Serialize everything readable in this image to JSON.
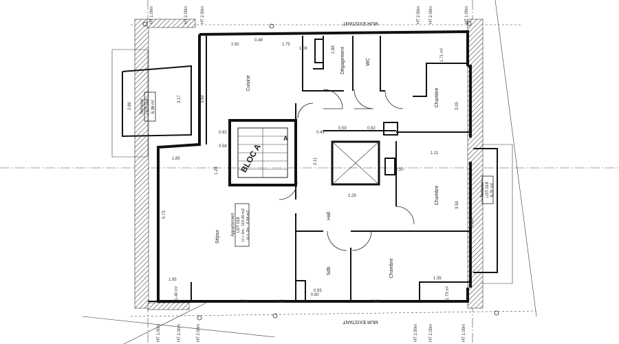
{
  "walls": {
    "top_label": "MUR EXISTANT",
    "bottom_label": "MUR EXISTANT"
  },
  "heights_top": [
    "HT 1.00m",
    "HT 2.00m",
    "HT 2.50m",
    "HT 2.50m",
    "HT 2.00m",
    "HT 1.00m"
  ],
  "heights_bottom": [
    "HT 1.00m",
    "HT 2.00m",
    "HT 2.50m",
    "HT 2.50m",
    "HT 2.00m",
    "HT 1.00m"
  ],
  "rooms": {
    "cuisine": "Cuisine",
    "degagement": "Dégagement",
    "wc": "WC",
    "chambre_top": "Chambre",
    "chambre_mid": "Chambre",
    "chambre_bottom": "Chambre",
    "hall": "Hall",
    "sdb": "Sdb",
    "sejour": "Séjour",
    "bloc": "BLOC A",
    "bloc_mark": "A"
  },
  "terrace_left": {
    "line1": "Terrasse",
    "line2": "LOT 018",
    "line3": "6.36 m²"
  },
  "terrace_right": {
    "line1": "Terrasse",
    "line2": "LOT 018",
    "line3": "6.31 m²"
  },
  "apartment": {
    "line1": "Appartement",
    "line2": "LOT 018",
    "line3": "H > 2m : 119.40 m2",
    "line4": "H < 2m : 4.94 m2"
  },
  "areas": {
    "top_right": "1.71 m²",
    "bottom_right": "1.73 m²",
    "bottom_left": "1.40 m²"
  },
  "dimensions": {
    "cuisine_w": "1.75",
    "cuisine_h": "3.89",
    "top_a": "2.82",
    "top_b": "0.48",
    "top_c": "1.08",
    "deg": "1.88",
    "chambre_top_h": "3.05",
    "terrace_h1": "2.86",
    "terrace_h2": "3.17",
    "mid_a": "0.92",
    "mid_b": "0.58",
    "mid_c": "1.28",
    "mid_d": "0.59",
    "mid_e": "0.82",
    "mid_f": "2.11",
    "hall_a": "2.29",
    "hall_b": "2.50",
    "chambre_mid_w": "1.11",
    "chambre_mid_h": "3.59",
    "sejour_h": "5.73",
    "bottom_a": "1.95",
    "bottom_b": "3.24",
    "bottom_c": "1.02",
    "bottom_d": "3.48",
    "bottom_e": "1.35",
    "bottom_f": "0.80",
    "right_terrace_h": "4.98",
    "left_small": "1.85",
    "hall_c": "0.93",
    "hall_d": "0.49"
  }
}
